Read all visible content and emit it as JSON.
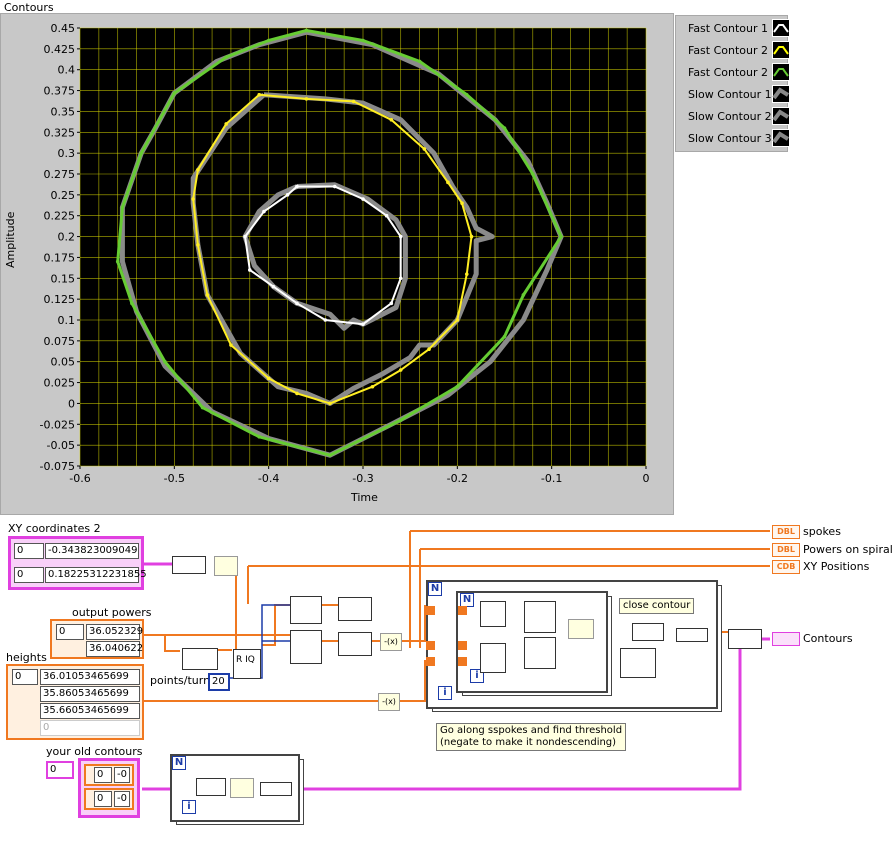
{
  "graph": {
    "title": "Contours",
    "xlabel": "Time",
    "ylabel": "Amplitude",
    "x_ticks": [
      "-0.6",
      "-0.5",
      "-0.4",
      "-0.3",
      "-0.2",
      "-0.1",
      "0"
    ],
    "y_ticks": [
      "0.45",
      "0.425",
      "0.4",
      "0.375",
      "0.35",
      "0.325",
      "0.3",
      "0.275",
      "0.25",
      "0.225",
      "0.2",
      "0.175",
      "0.15",
      "0.125",
      "0.1",
      "0.075",
      "0.05",
      "0.025",
      "0",
      "-0.025",
      "-0.05",
      "-0.075"
    ],
    "legend": [
      {
        "label": "Fast Contour 1",
        "color": "#ffffff",
        "style": "line"
      },
      {
        "label": "Fast Contour 2",
        "color": "#ffff00",
        "style": "line"
      },
      {
        "label": "Fast Contour 2",
        "color": "#66cc33",
        "style": "line"
      },
      {
        "label": "Slow Contour 1",
        "color": "#888888",
        "style": "thick"
      },
      {
        "label": "Slow Contour 2",
        "color": "#888888",
        "style": "thick"
      },
      {
        "label": "Slow Contour 3",
        "color": "#888888",
        "style": "thick"
      }
    ]
  },
  "chart_data": {
    "type": "line",
    "title": "Contours",
    "xlabel": "Time",
    "ylabel": "Amplitude",
    "xlim": [
      -0.6,
      0
    ],
    "ylim": [
      -0.075,
      0.45
    ],
    "grid": true,
    "legend_position": "right",
    "series": [
      {
        "name": "Slow Contour 3",
        "color": "#8a8a8a",
        "width": 5,
        "points": [
          [
            -0.36,
            0.445
          ],
          [
            -0.29,
            0.43
          ],
          [
            -0.22,
            0.395
          ],
          [
            -0.16,
            0.34
          ],
          [
            -0.125,
            0.29
          ],
          [
            -0.105,
            0.24
          ],
          [
            -0.09,
            0.2
          ],
          [
            -0.105,
            0.16
          ],
          [
            -0.13,
            0.1
          ],
          [
            -0.165,
            0.05
          ],
          [
            -0.21,
            0.01
          ],
          [
            -0.27,
            -0.025
          ],
          [
            -0.335,
            -0.062
          ],
          [
            -0.4,
            -0.042
          ],
          [
            -0.46,
            -0.01
          ],
          [
            -0.51,
            0.045
          ],
          [
            -0.54,
            0.11
          ],
          [
            -0.555,
            0.17
          ],
          [
            -0.555,
            0.235
          ],
          [
            -0.535,
            0.3
          ],
          [
            -0.52,
            0.33
          ],
          [
            -0.5,
            0.372
          ],
          [
            -0.455,
            0.41
          ],
          [
            -0.41,
            0.43
          ],
          [
            -0.36,
            0.445
          ]
        ]
      },
      {
        "name": "Slow Contour 2",
        "color": "#8a8a8a",
        "width": 5,
        "points": [
          [
            -0.405,
            0.37
          ],
          [
            -0.34,
            0.365
          ],
          [
            -0.3,
            0.36
          ],
          [
            -0.26,
            0.34
          ],
          [
            -0.225,
            0.3
          ],
          [
            -0.205,
            0.26
          ],
          [
            -0.19,
            0.235
          ],
          [
            -0.18,
            0.21
          ],
          [
            -0.163,
            0.2
          ],
          [
            -0.18,
            0.195
          ],
          [
            -0.18,
            0.155
          ],
          [
            -0.2,
            0.1
          ],
          [
            -0.225,
            0.07
          ],
          [
            -0.24,
            0.07
          ],
          [
            -0.25,
            0.055
          ],
          [
            -0.28,
            0.035
          ],
          [
            -0.31,
            0.018
          ],
          [
            -0.335,
            0.0
          ],
          [
            -0.36,
            0.012
          ],
          [
            -0.39,
            0.02
          ],
          [
            -0.43,
            0.06
          ],
          [
            -0.465,
            0.13
          ],
          [
            -0.475,
            0.19
          ],
          [
            -0.48,
            0.24
          ],
          [
            -0.48,
            0.27
          ],
          [
            -0.445,
            0.33
          ],
          [
            -0.405,
            0.37
          ]
        ]
      },
      {
        "name": "Slow Contour 1",
        "color": "#8a8a8a",
        "width": 5,
        "points": [
          [
            -0.37,
            0.26
          ],
          [
            -0.33,
            0.262
          ],
          [
            -0.295,
            0.245
          ],
          [
            -0.265,
            0.22
          ],
          [
            -0.255,
            0.2
          ],
          [
            -0.255,
            0.15
          ],
          [
            -0.265,
            0.115
          ],
          [
            -0.3,
            0.095
          ],
          [
            -0.31,
            0.1
          ],
          [
            -0.32,
            0.09
          ],
          [
            -0.335,
            0.107
          ],
          [
            -0.37,
            0.12
          ],
          [
            -0.395,
            0.14
          ],
          [
            -0.415,
            0.165
          ],
          [
            -0.425,
            0.2
          ],
          [
            -0.41,
            0.23
          ],
          [
            -0.39,
            0.25
          ],
          [
            -0.37,
            0.26
          ]
        ]
      },
      {
        "name": "Fast Contour 2",
        "color": "#66cc33",
        "width": 3,
        "points": [
          [
            -0.36,
            0.447
          ],
          [
            -0.3,
            0.435
          ],
          [
            -0.24,
            0.41
          ],
          [
            -0.19,
            0.37
          ],
          [
            -0.15,
            0.33
          ],
          [
            -0.12,
            0.275
          ],
          [
            -0.09,
            0.2
          ],
          [
            -0.13,
            0.13
          ],
          [
            -0.15,
            0.08
          ],
          [
            -0.2,
            0.02
          ],
          [
            -0.26,
            -0.02
          ],
          [
            -0.335,
            -0.062
          ],
          [
            -0.41,
            -0.04
          ],
          [
            -0.47,
            -0.005
          ],
          [
            -0.51,
            0.05
          ],
          [
            -0.545,
            0.12
          ],
          [
            -0.56,
            0.17
          ],
          [
            -0.555,
            0.235
          ],
          [
            -0.535,
            0.3
          ],
          [
            -0.5,
            0.372
          ],
          [
            -0.445,
            0.415
          ],
          [
            -0.4,
            0.435
          ],
          [
            -0.36,
            0.447
          ]
        ]
      },
      {
        "name": "Fast Contour 2",
        "color": "#ffee22",
        "width": 2,
        "points": [
          [
            -0.41,
            0.37
          ],
          [
            -0.36,
            0.365
          ],
          [
            -0.31,
            0.362
          ],
          [
            -0.27,
            0.34
          ],
          [
            -0.235,
            0.305
          ],
          [
            -0.21,
            0.265
          ],
          [
            -0.195,
            0.24
          ],
          [
            -0.185,
            0.2
          ],
          [
            -0.19,
            0.155
          ],
          [
            -0.2,
            0.1
          ],
          [
            -0.23,
            0.065
          ],
          [
            -0.26,
            0.04
          ],
          [
            -0.29,
            0.02
          ],
          [
            -0.335,
            0.0
          ],
          [
            -0.37,
            0.012
          ],
          [
            -0.4,
            0.03
          ],
          [
            -0.44,
            0.07
          ],
          [
            -0.465,
            0.13
          ],
          [
            -0.475,
            0.19
          ],
          [
            -0.48,
            0.245
          ],
          [
            -0.475,
            0.28
          ],
          [
            -0.445,
            0.335
          ],
          [
            -0.41,
            0.37
          ]
        ]
      },
      {
        "name": "Fast Contour 1",
        "color": "#ffffff",
        "width": 2,
        "points": [
          [
            -0.37,
            0.26
          ],
          [
            -0.33,
            0.26
          ],
          [
            -0.3,
            0.245
          ],
          [
            -0.275,
            0.225
          ],
          [
            -0.26,
            0.2
          ],
          [
            -0.26,
            0.15
          ],
          [
            -0.27,
            0.12
          ],
          [
            -0.3,
            0.095
          ],
          [
            -0.34,
            0.1
          ],
          [
            -0.37,
            0.12
          ],
          [
            -0.395,
            0.14
          ],
          [
            -0.42,
            0.16
          ],
          [
            -0.425,
            0.2
          ],
          [
            -0.405,
            0.23
          ],
          [
            -0.38,
            0.25
          ],
          [
            -0.37,
            0.26
          ]
        ]
      }
    ]
  },
  "diagram": {
    "xy_label": "XY coordinates 2",
    "xy_index": [
      "0",
      "0"
    ],
    "xy_values": [
      "-0.343823009049",
      "0.18225312231855"
    ],
    "output_powers_label": "output powers",
    "output_powers_index": "0",
    "output_powers_values": [
      "36.052329",
      "36.040622"
    ],
    "heights_label": "heights",
    "heights_index": "0",
    "heights_values": [
      "36.01053465699",
      "35.86053465699",
      "35.66053465699",
      "0"
    ],
    "points_turn_label": "points/turn",
    "points_turn_value": "20",
    "old_contours_label": "your old contours",
    "old_contours_index": [
      "0",
      "0",
      "0"
    ],
    "old_contours_values": [
      "-0",
      "-0"
    ],
    "close_contour_note": "close contour",
    "threshold_note_line1": "Go along sspokes and find threshold",
    "threshold_note_line2": "(negate to make it nondescending)",
    "out_spokes": "spokes",
    "out_powers": "Powers on spiral",
    "out_xy": "XY Positions",
    "out_contours": "Contours",
    "loop_N": "N",
    "loop_i": "i",
    "term_dbl": "DBL",
    "term_cdb": "CDB",
    "neg_symbol": "-(x)",
    "rq_symbol": "R IQ"
  },
  "colors": {
    "orange_wire": "#f07820",
    "pink_wire": "#e040e0",
    "plot_bg": "#000000",
    "grid": "#d4d400"
  }
}
